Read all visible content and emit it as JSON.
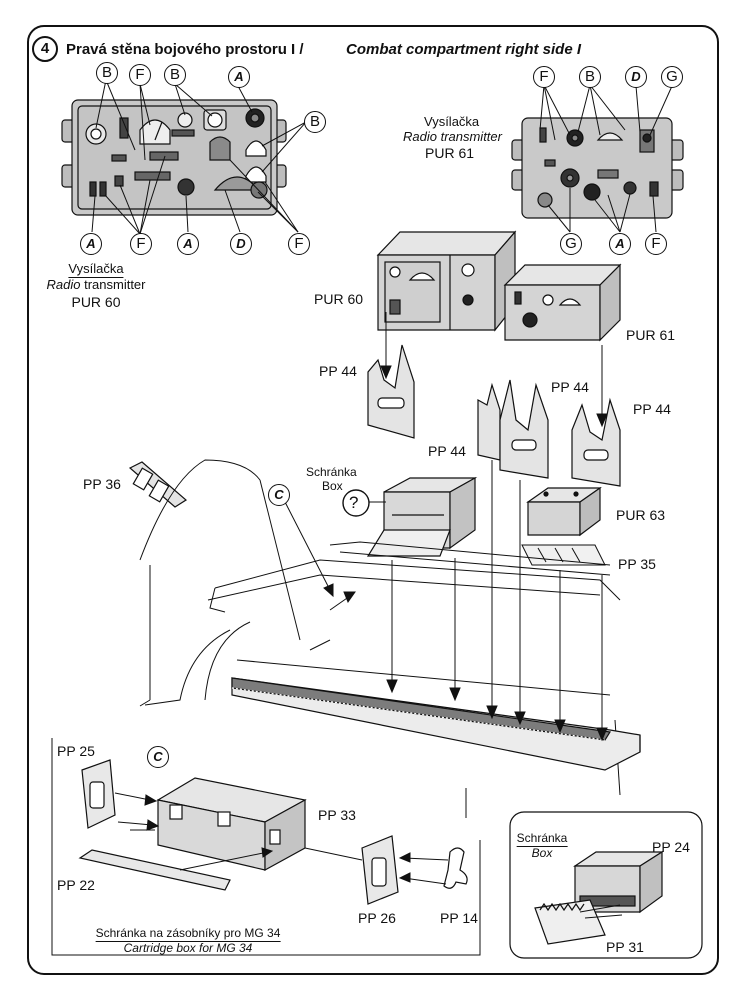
{
  "header": {
    "step_number": "4",
    "title_cz": "Pravá  stěna bojového prostoru I /",
    "title_en": "Combat compartment right side I"
  },
  "pur60_panel": {
    "caption_cz": "Vysílačka",
    "caption_en_italic": "Radio",
    "caption_en_rest": "transmitter",
    "model": "PUR 60",
    "callouts": [
      "B",
      "F",
      "B",
      "A",
      "B",
      "A",
      "F",
      "A",
      "D",
      "F"
    ]
  },
  "pur61_panel": {
    "caption_cz": "Vysílačka",
    "caption_en": "Radio transmitter",
    "model": "PUR 61",
    "callouts": [
      "F",
      "B",
      "D",
      "G",
      "G",
      "A",
      "F"
    ]
  },
  "parts": {
    "pur60": "PUR 60",
    "pur61": "PUR 61",
    "pp44_a": "PP 44",
    "pp44_b": "PP 44",
    "pp44_c": "PP 44",
    "pp44_d": "PP 44",
    "pp36": "PP 36",
    "schranka": "Schránka",
    "box": "Box",
    "question": "?",
    "pur63": "PUR 63",
    "pp35": "PP 35",
    "callout_c": "C"
  },
  "cartridge_inset": {
    "pp25": "PP 25",
    "pp33": "PP 33",
    "pp22": "PP 22",
    "pp26": "PP 26",
    "pp14": "PP 14",
    "callout_c": "C",
    "caption_cz": "Schránka na zásobníky pro MG 34",
    "caption_en": "Cartridge box for MG 34"
  },
  "box_inset": {
    "caption_cz": "Schránka",
    "caption_en": "Box",
    "pp24": "PP 24",
    "pp31": "PP 31"
  },
  "colors": {
    "panel_grey": "#c9c9c9",
    "panel_dark": "#8a8a8a",
    "line": "#111111"
  }
}
